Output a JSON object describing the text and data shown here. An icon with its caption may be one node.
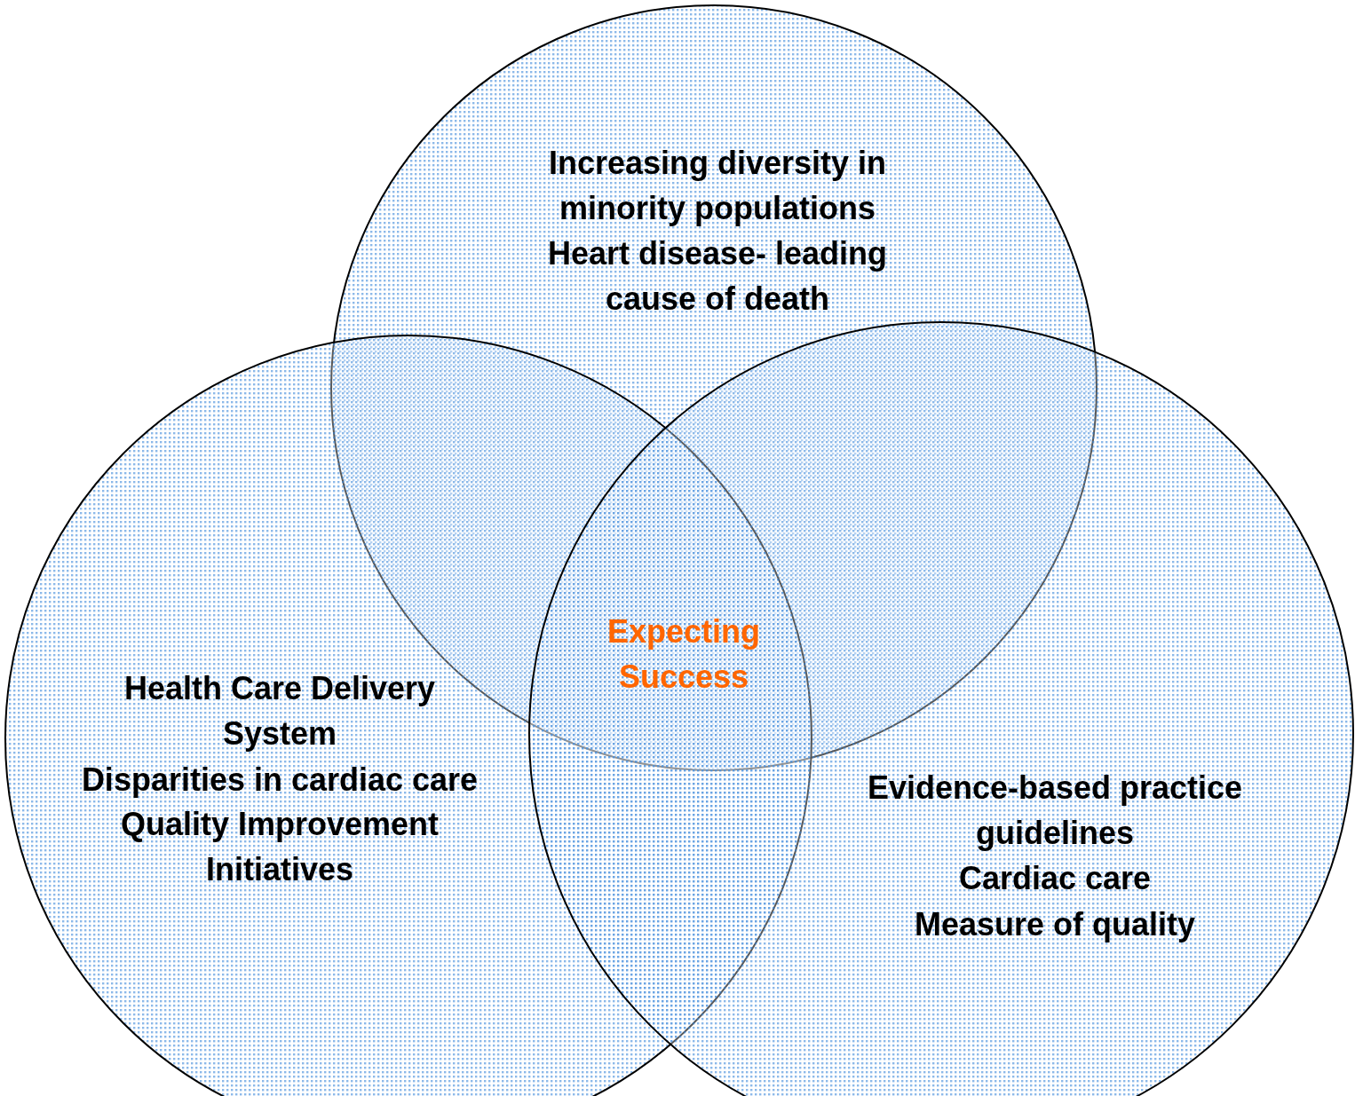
{
  "diagram": {
    "nodes": [
      {
        "text": [
          "Increasing diversity in minority populations",
          "Heart disease- leading cause of death"
        ]
      },
      {
        "text": [
          "Health Care Delivery System",
          "Disparities in cardiac care",
          "Quality Improvement Initiatives"
        ]
      },
      {
        "text": [
          "Evidence-based practice guidelines",
          "Cardiac care",
          "Measure of quality"
        ]
      }
    ],
    "labels": [
      "Expecting Success"
    ]
  }
}
